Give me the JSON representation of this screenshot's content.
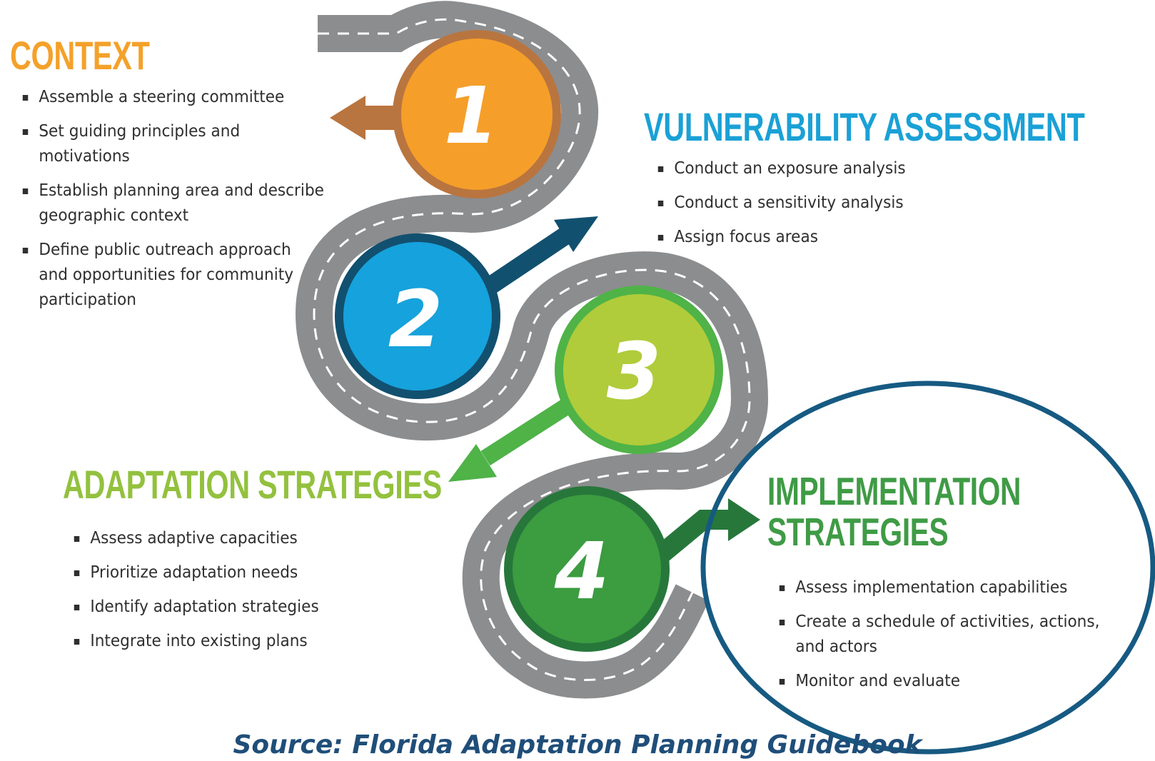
{
  "colors": {
    "road": "#8c8d8f",
    "road_edge": "#ffffff",
    "step1_fill": "#f59f2a",
    "step1_ring": "#b9753f",
    "step1_arrow": "#b9753f",
    "step2_fill": "#16a2dc",
    "step2_ring": "#12506f",
    "step2_arrow": "#12506f",
    "step3_fill": "#b0cc3a",
    "step3_ring": "#4fb348",
    "step3_arrow": "#4fb348",
    "step4_fill": "#3c9c40",
    "step4_ring": "#27773b",
    "step4_arrow": "#27773b",
    "highlight_ring": "#165a82",
    "source_text": "#1f4e79"
  },
  "sections": {
    "context": {
      "number": "1",
      "heading": "CONTEXT",
      "color": "#f4a12a",
      "items": [
        "Assemble a steering committee",
        "Set guiding principles and motivations",
        "Establish planning area and describe geographic context",
        "Define public outreach approach and opportunities for community participation"
      ]
    },
    "vulnerability": {
      "number": "2",
      "heading": "VULNERABILITY ASSESSMENT",
      "color": "#1aa1d6",
      "items": [
        "Conduct an exposure analysis",
        "Conduct a sensitivity analysis",
        "Assign focus areas"
      ]
    },
    "adaptation": {
      "number": "3",
      "heading": "ADAPTATION STRATEGIES",
      "color": "#93c13e",
      "items": [
        "Assess adaptive capacities",
        "Prioritize adaptation needs",
        "Identify adaptation strategies",
        "Integrate into existing plans"
      ]
    },
    "implementation": {
      "number": "4",
      "heading": "IMPLEMENTATION STRATEGIES",
      "color": "#3f9b45",
      "items": [
        "Assess implementation capabilities",
        "Create a schedule of activities, actions, and actors",
        "Monitor and evaluate"
      ]
    }
  },
  "source": "Source: Florida Adaptation Planning Guidebook"
}
